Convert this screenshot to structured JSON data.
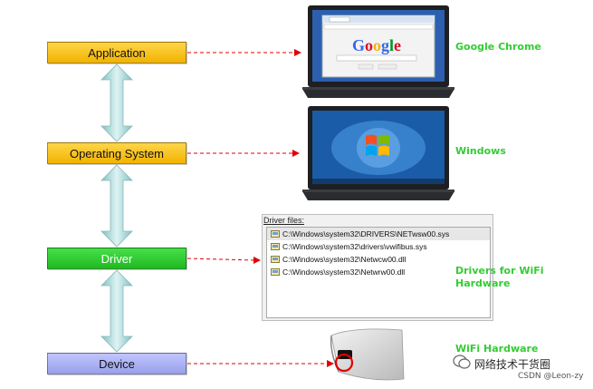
{
  "layers": {
    "application": "Application",
    "operating_system": "Operating System",
    "driver": "Driver",
    "device": "Device"
  },
  "examples": {
    "application": "Google Chrome",
    "operating_system": "Windows",
    "driver": "Drivers for WiFi\nHardware",
    "device": "WiFi Hardware"
  },
  "browser": {
    "logo_text": "Google"
  },
  "driver_panel": {
    "title": "Driver files:",
    "files": [
      "C:\\Windows\\system32\\DRIVERS\\NETwsw00.sys",
      "C:\\Windows\\system32\\drivers\\vwifibus.sys",
      "C:\\Windows\\system32\\Netwcw00.dll",
      "C:\\Windows\\system32\\Netwrw00.dll"
    ]
  },
  "watermark": {
    "line1": "网络技术干货圈",
    "line2": "CSDN @Leon-zy"
  },
  "colors": {
    "app_box": "#f2b300",
    "driver_box": "#1fb91f",
    "device_box": "#9aa0ea",
    "example_label": "#33cc33",
    "arrow": "#e00000",
    "connector": "#9fd4d4"
  },
  "icons": {
    "connector": "double-arrow-icon",
    "laptop": "laptop-icon",
    "file": "driver-file-icon",
    "usb": "usb-adapter-icon"
  }
}
